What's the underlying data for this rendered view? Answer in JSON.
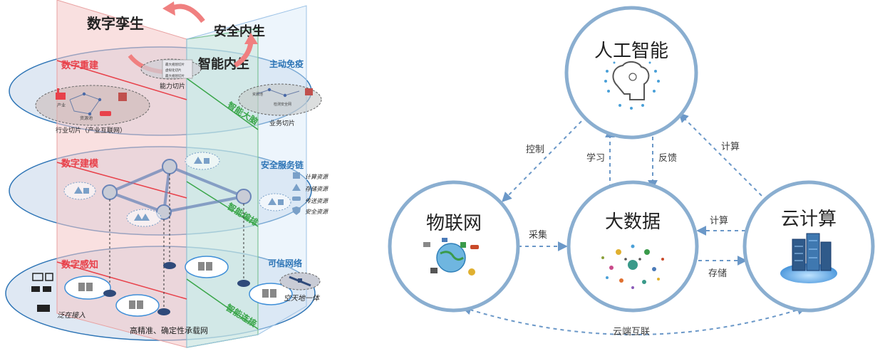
{
  "left_diagram": {
    "plane_left_title": "数字孪生",
    "plane_right_title": "安全内生",
    "plane_center_title": "智能内生",
    "layers": [
      {
        "left_label": "数字重建",
        "right_label": "主动免疫",
        "center_label": "智能大脑",
        "slice_label": "能力切片",
        "industry_label": "行业切片（产业互联网）",
        "business_label": "业务切片",
        "mini_labels": [
          "产业",
          "资源池",
          "资源池",
          "检测安全网"
        ],
        "panel_rows": [
          "最大规划切片",
          "虚拟化切片",
          "最大规划切片"
        ]
      },
      {
        "left_label": "数字建模",
        "right_label": "安全服务链",
        "center_label": "智能编排",
        "resources": [
          "计算资源",
          "存储资源",
          "传送资源",
          "安全资源"
        ]
      },
      {
        "left_label": "数字感知",
        "right_label": "可信网络",
        "center_label": "智能连接",
        "access_label": "泛在接入",
        "sat_label": "空天地一体",
        "bottom_label": "高精准、确定性承载网"
      }
    ],
    "colors": {
      "red": "#e8414a",
      "green": "#3aa64a",
      "blue": "#2e75b6",
      "arrow": "#f08080"
    }
  },
  "right_diagram": {
    "nodes": {
      "ai": "人工智能",
      "iot": "物联网",
      "bigdata": "大数据",
      "cloud": "云计算"
    },
    "edges": {
      "control": "控制",
      "learn": "学习",
      "feedback": "反馈",
      "compute_top": "计算",
      "collect": "采集",
      "compute_mid": "计算",
      "store": "存储",
      "cloud_edge": "云端互联"
    },
    "colors": {
      "circle": "#8aaed0",
      "arrow": "#6b98c8",
      "label": "#3b3b3b"
    }
  }
}
